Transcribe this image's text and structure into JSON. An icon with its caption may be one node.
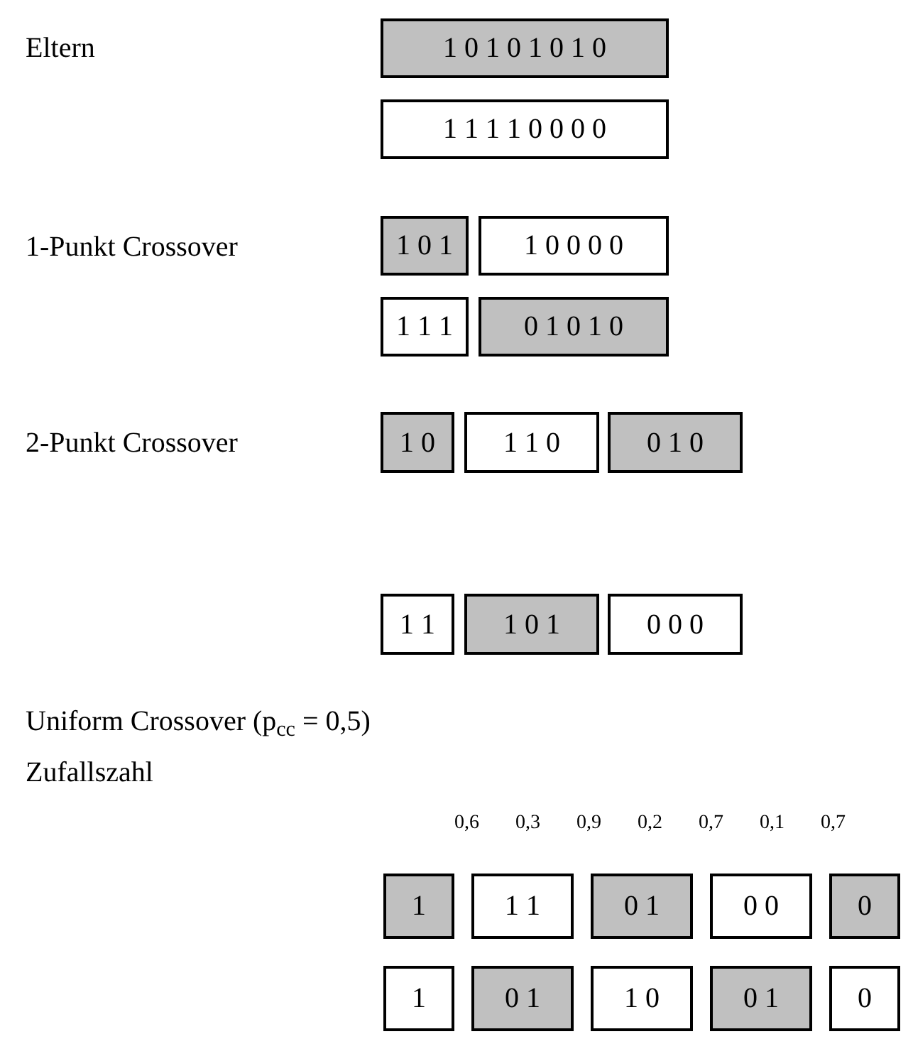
{
  "diagram": {
    "nodes": [
      {
        "text": [
          "1 0 1 0 1 0 1 0"
        ]
      },
      {
        "text": [
          "1 1 1 1 0 0 0 0"
        ]
      },
      {
        "text": [
          "1 0 1"
        ]
      },
      {
        "text": [
          "1 0 0 0 0"
        ]
      },
      {
        "text": [
          "1 1 1"
        ]
      },
      {
        "text": [
          "0 1 0 1 0"
        ]
      },
      {
        "text": [
          "1 0"
        ]
      },
      {
        "text": [
          "1 1 0"
        ]
      },
      {
        "text": [
          "0 1 0"
        ]
      },
      {
        "text": [
          "1 1"
        ]
      },
      {
        "text": [
          "1 0 1"
        ]
      },
      {
        "text": [
          "0 0 0"
        ]
      },
      {
        "text": [
          "1"
        ]
      },
      {
        "text": [
          "1 1"
        ]
      },
      {
        "text": [
          "0 1"
        ]
      },
      {
        "text": [
          "0 0"
        ]
      },
      {
        "text": [
          "0"
        ]
      },
      {
        "text": [
          "1"
        ]
      },
      {
        "text": [
          "0 1"
        ]
      },
      {
        "text": [
          "1 0"
        ]
      },
      {
        "text": [
          "0 1"
        ]
      },
      {
        "text": [
          "0"
        ]
      }
    ],
    "labels": [
      "Eltern",
      "1-Punkt Crossover",
      "2-Punkt Crossover",
      "Uniform Crossover (p$_{cc}$ = 0,5)",
      "Zufallszahl",
      "0,6",
      "0,3",
      "0,9",
      "0,2",
      "0,7",
      "0,1",
      "0,7"
    ]
  }
}
